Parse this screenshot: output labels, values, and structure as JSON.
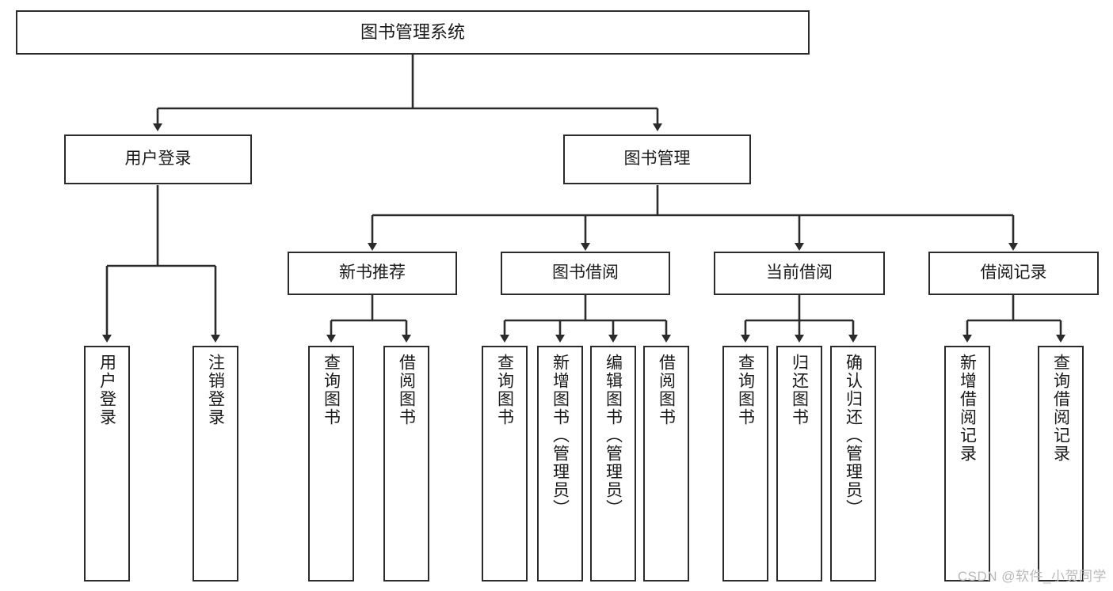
{
  "diagram": {
    "title_text": "图书管理系统",
    "watermark": "CSDN @软件_小贺同学",
    "line_color": "#2b2b2b",
    "box_fill": "#ffffff",
    "text_color": "#1a1a1a",
    "root": {
      "label": "图书管理系统"
    },
    "level2": [
      {
        "label": "用户登录"
      },
      {
        "label": "图书管理"
      }
    ],
    "level3": [
      {
        "label": "新书推荐"
      },
      {
        "label": "图书借阅"
      },
      {
        "label": "当前借阅"
      },
      {
        "label": "借阅记录"
      }
    ],
    "leaves": {
      "user_login": [
        {
          "label": "用户登录"
        },
        {
          "label": "注销登录"
        }
      ],
      "new_book_recommend": [
        {
          "label": "查询图书"
        },
        {
          "label": "借阅图书"
        }
      ],
      "book_borrow": [
        {
          "label": "查询图书"
        },
        {
          "label": "新增图书（管理员）"
        },
        {
          "label": "编辑图书（管理员）"
        },
        {
          "label": "借阅图书"
        }
      ],
      "current_borrow": [
        {
          "label": "查询图书"
        },
        {
          "label": "归还图书"
        },
        {
          "label": "确认归还（管理员）"
        }
      ],
      "borrow_record": [
        {
          "label": "新增借阅记录"
        },
        {
          "label": "查询借阅记录"
        }
      ]
    }
  }
}
